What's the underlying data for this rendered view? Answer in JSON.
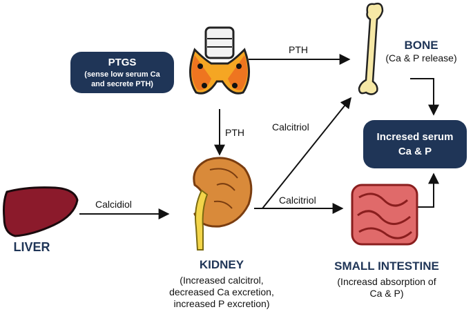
{
  "nodes": {
    "ptgs": {
      "title": "PTGS",
      "subtitle": "(sense low serum Ca and secrete PTH)"
    },
    "bone": {
      "title": "BONE",
      "subtitle": "(Ca & P release)"
    },
    "serum": {
      "title": "Incresed serum Ca & P"
    },
    "liver": {
      "title": "LIVER"
    },
    "kidney": {
      "title": "KIDNEY",
      "subtitle": "(Increased calcitrol, decreased Ca excretion, increased P excretion)"
    },
    "intestine": {
      "title": "SMALL INTESTINE",
      "subtitle": "(Increasd absorption of Ca & P)"
    }
  },
  "edges": {
    "pth_to_bone": "PTH",
    "pth_to_kidney": "PTH",
    "calcidiol": "Calcidiol",
    "calcitriol_bone": "Calcitriol",
    "calcitriol_intestine": "Calcitriol"
  },
  "colors": {
    "navy": "#1f3557",
    "liver": "#8b1a2b",
    "kidney": "#d98a3a",
    "thyroid": "#f5a623",
    "bone": "#f6e8a6",
    "intestine": "#e06a6a"
  }
}
